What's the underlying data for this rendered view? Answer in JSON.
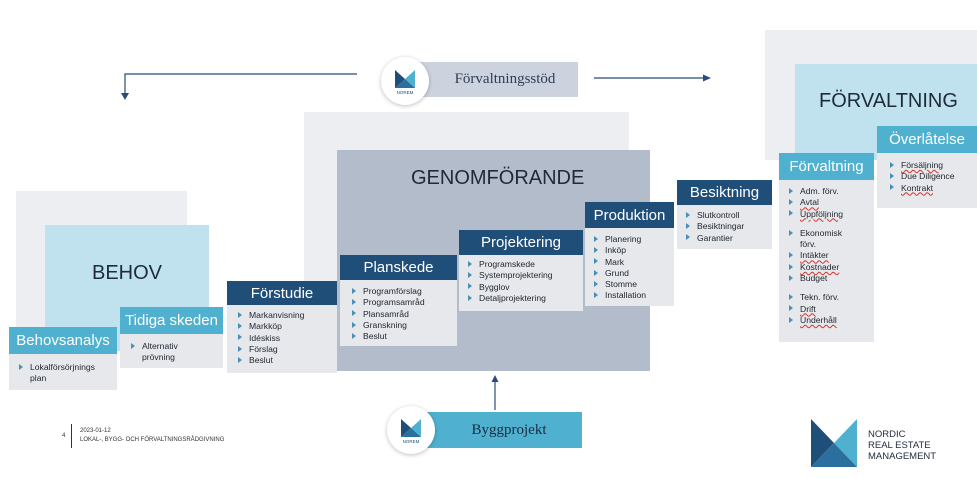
{
  "colors": {
    "navy": "#1f4e79",
    "teal": "#4fb1cf",
    "light_teal": "#bfe2ee",
    "gray_bg": "#eceef1",
    "body_gray": "#e6e8ec",
    "slate": "#b2bccb"
  },
  "top_banner": {
    "label": "Förvaltningsstöd",
    "logo_text": "NOREM",
    "icon": "norem-logo-icon"
  },
  "bottom_banner": {
    "label": "Byggprojekt",
    "logo_text": "NOREM",
    "icon": "norem-logo-icon"
  },
  "regions": {
    "behov": "BEHOV",
    "genomforande": "GENOMFÖRANDE",
    "forvaltning": "FÖRVALTNING"
  },
  "stages": {
    "behovsanalys": {
      "title": "Behovsanalys",
      "items": [
        "Lokalförsörjnings",
        "plan"
      ]
    },
    "tidiga_skeden": {
      "title": "Tidiga skeden",
      "items": [
        "Alternativ",
        "prövning"
      ]
    },
    "forstudie": {
      "title": "Förstudie",
      "items": [
        "Markanvisning",
        "Markköp",
        "Idéskiss",
        "Förslag",
        "Beslut"
      ]
    },
    "planskede": {
      "title": "Planskede",
      "items": [
        "Programförslag",
        "Programsamråd",
        "Plansamråd",
        "Granskning",
        "Beslut"
      ]
    },
    "projektering": {
      "title": "Projektering",
      "items": [
        "Programskede",
        "Systemprojektering",
        "Bygglov",
        "Detaljprojektering"
      ]
    },
    "produktion": {
      "title": "Produktion",
      "items": [
        "Planering",
        "Inköp",
        "Mark",
        "Grund",
        "Stomme",
        "Installation"
      ]
    },
    "besiktning": {
      "title": "Besiktning",
      "items": [
        "Slutkontroll",
        "Besiktningar",
        "Garantier"
      ]
    },
    "forvaltning": {
      "title": "Förvaltning",
      "groups": [
        [
          "Adm. förv.",
          "Avtal",
          "Uppföljning"
        ],
        [
          "Ekonomisk",
          "förv.",
          "Intäkter",
          "Kostnader",
          "Budget"
        ],
        [
          "Tekn. förv.",
          "Drift",
          "Underhåll"
        ]
      ]
    },
    "overlatelse": {
      "title": "Överlåtelse",
      "items": [
        "Försäljning",
        "Due Diligence",
        "Kontrakt"
      ]
    }
  },
  "footer": {
    "page_number": "4",
    "date": "2023-01-12",
    "subtitle": "LOKAL-, BYGG- OCH FÖRVALTNINGSRÅDGIVNING"
  },
  "brand": {
    "line1": "NORDIC",
    "line2": "REAL ESTATE",
    "line3": "MANAGEMENT",
    "icon": "nordic-logo-icon"
  }
}
